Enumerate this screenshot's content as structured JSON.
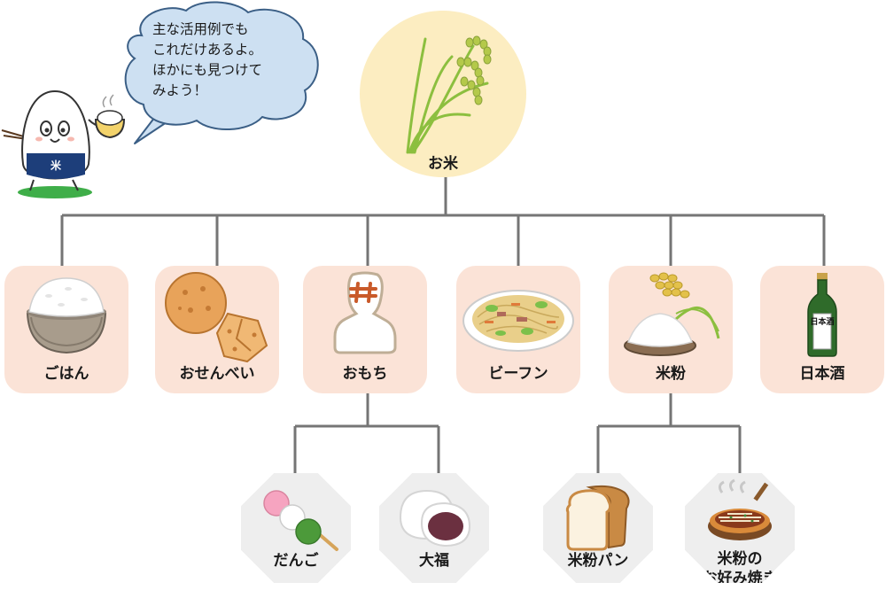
{
  "speech_bubble": {
    "lines": [
      "主な活用例でも",
      "これだけあるよ。",
      "ほかにも見つけて",
      "みよう！"
    ]
  },
  "mascot": {
    "apron_mark": "米"
  },
  "root": {
    "label": "お米"
  },
  "level1": [
    {
      "label": "ごはん",
      "icon": "rice-bowl-icon"
    },
    {
      "label": "おせんべい",
      "icon": "rice-cracker-icon"
    },
    {
      "label": "おもち",
      "icon": "mochi-icon"
    },
    {
      "label": "ビーフン",
      "icon": "rice-noodles-icon"
    },
    {
      "label": "米粉",
      "icon": "rice-flour-icon"
    },
    {
      "label": "日本酒",
      "icon": "sake-bottle-icon"
    }
  ],
  "sake_label_text": "日本酒",
  "mochi_children": [
    {
      "label": "だんご",
      "icon": "dango-icon"
    },
    {
      "label": "大福",
      "icon": "daifuku-icon"
    }
  ],
  "rice_flour_children": [
    {
      "label": "米粉パン",
      "icon": "bread-icon"
    },
    {
      "label_line1": "米粉の",
      "label_line2": "お好み焼き",
      "icon": "okonomiyaki-icon"
    }
  ],
  "colors": {
    "card_bg": "#fbe3d7",
    "root_bg": "#fcedc1",
    "child_bg": "#eeeeee",
    "connector": "#757575",
    "bubble_fill": "#cde0f2",
    "bubble_stroke": "#3b5f86"
  }
}
